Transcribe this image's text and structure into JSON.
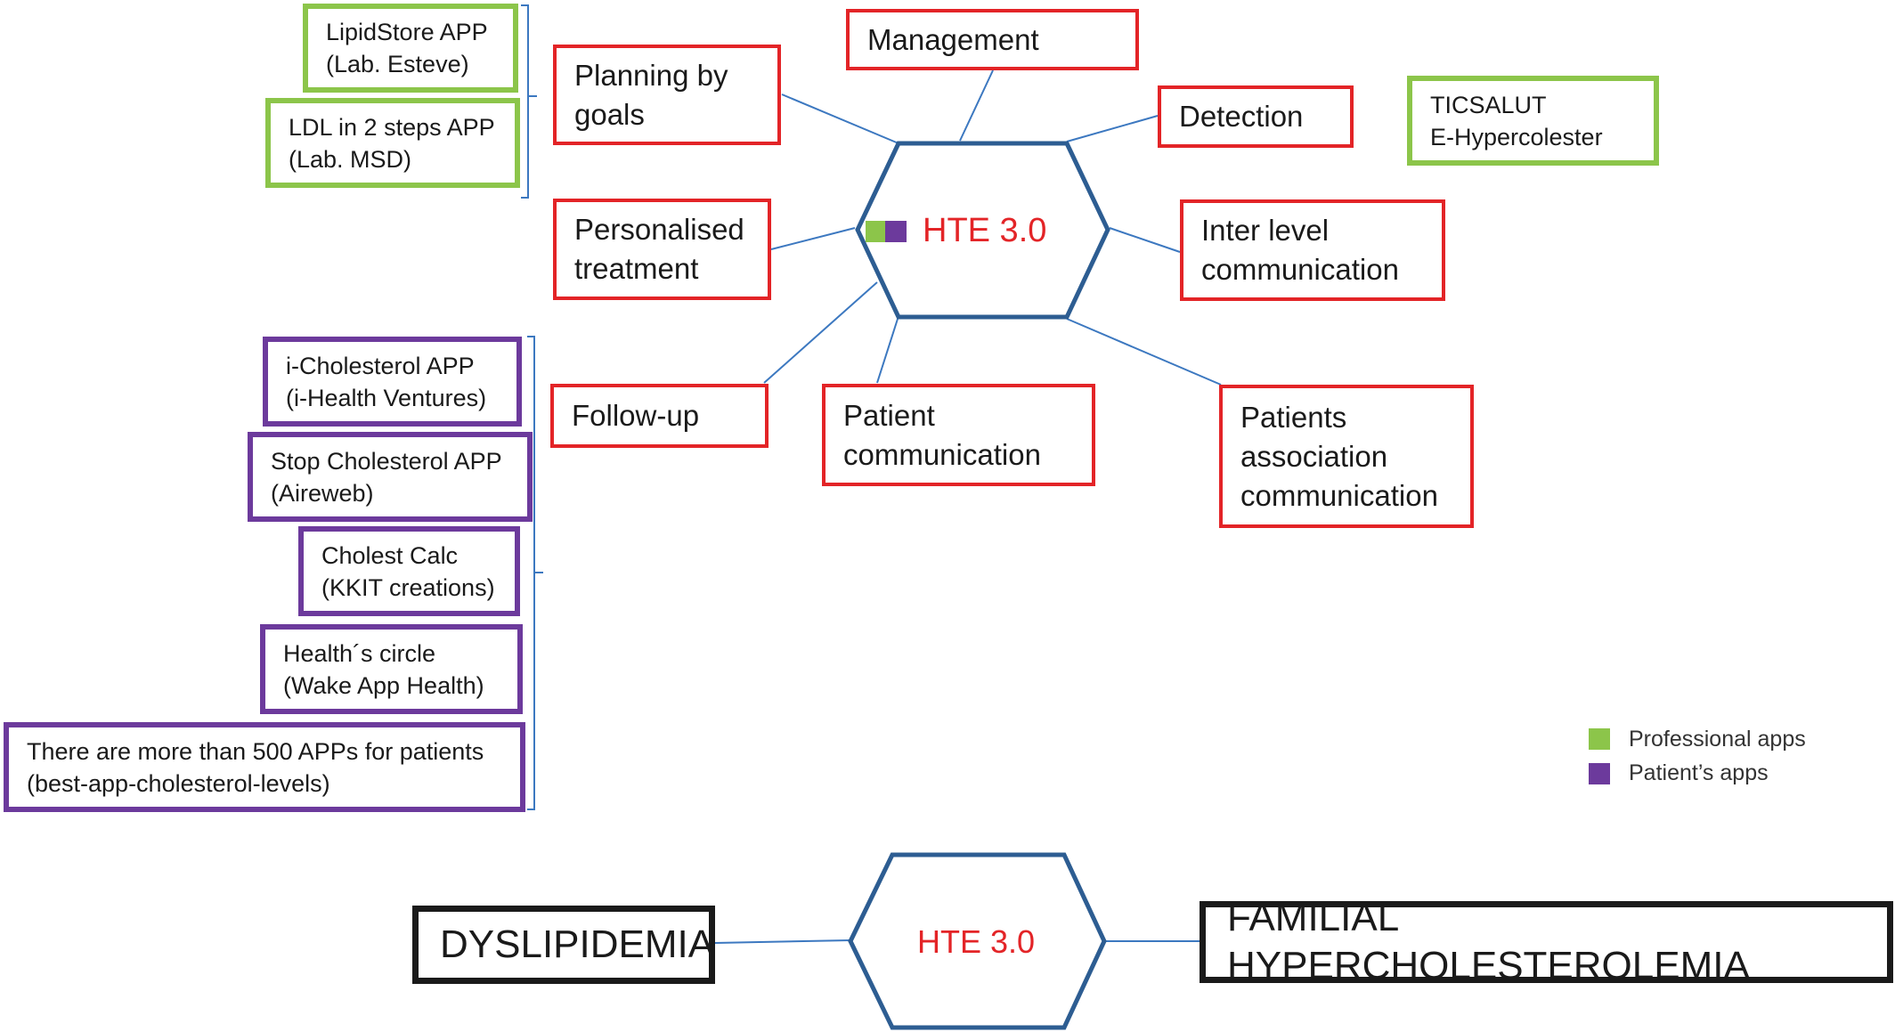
{
  "center_label": "HTE 3.0",
  "center_label_bottom": "HTE 3.0",
  "colors": {
    "red": "#e32427",
    "green": "#8cc54a",
    "purple": "#6c3a9c",
    "blue": "#2d5d92",
    "line": "#3c78c0"
  },
  "functions": {
    "management": "Management",
    "planning": "Planning by\ngoals",
    "detection": "Detection",
    "personalised": "Personalised\ntreatment",
    "interlevel": "Inter level\ncommunication",
    "followup": "Follow-up",
    "patient_comm": "Patient\ncommunication",
    "patients_assoc": "Patients\nassociation\ncommunication"
  },
  "professional_apps": {
    "lipidstore": "LipidStore APP\n(Lab. Esteve)",
    "ldl": "LDL in 2 steps APP\n(Lab. MSD)",
    "ticsalut": "TICSALUT\nE-Hypercolester"
  },
  "patient_apps": {
    "icholesterol": "i-Cholesterol APP\n(i-Health Ventures)",
    "stop": "Stop Cholesterol APP\n(Aireweb)",
    "cholest": "Cholest Calc\n(KKIT creations)",
    "health": "Health´s circle\n(Wake App Health)",
    "more": "There are more than 500 APPs for patients\n(best-app-cholesterol-levels)"
  },
  "legend": {
    "professional": "Professional apps",
    "patient": "Patient’s apps"
  },
  "bottom": {
    "left": "DYSLIPIDEMIA",
    "right": "FAMILIAL HYPERCHOLESTEROLEMIA"
  }
}
